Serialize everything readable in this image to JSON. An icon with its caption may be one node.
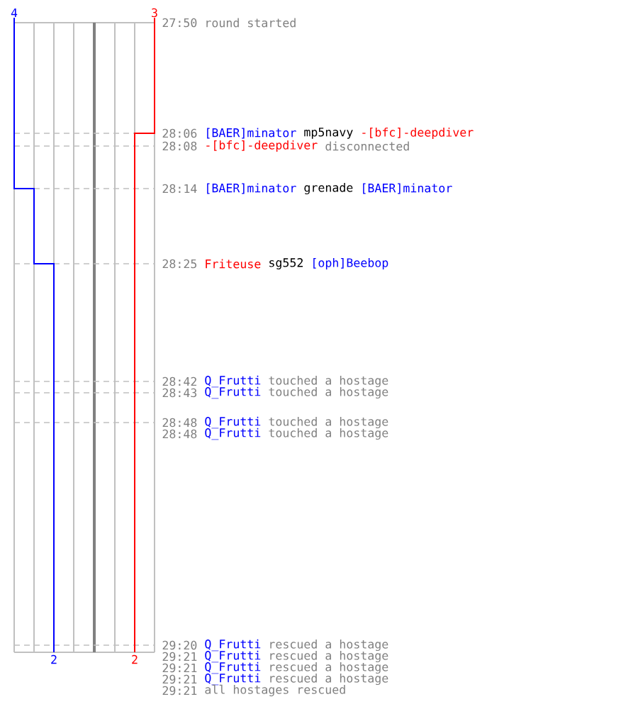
{
  "diagram": {
    "labels": [
      "4",
      "3",
      "27:50",
      "round started",
      "28:06",
      "[BAER]minator",
      "mp5navy",
      "-[bfc]-deepdiver",
      "28:08",
      "-[bfc]-deepdiver",
      "disconnected",
      "28:14",
      "[BAER]minator",
      "grenade",
      "[BAER]minator",
      "28:25",
      "Friteuse",
      "sg552",
      "[oph]Beebop",
      "28:42",
      "Q_Frutti",
      "touched a hostage",
      "28:43",
      "Q_Frutti",
      "touched a hostage",
      "28:48",
      "Q_Frutti",
      "touched a hostage",
      "28:48",
      "Q_Frutti",
      "touched a hostage",
      "29:20",
      "Q_Frutti",
      "rescued a hostage",
      "29:21",
      "Q_Frutti",
      "rescued a hostage",
      "29:21",
      "Q_Frutti",
      "rescued a hostage",
      "29:21",
      "Q_Frutti",
      "rescued a hostage",
      "29:21",
      "all hostages rescued",
      "2",
      "2"
    ]
  }
}
